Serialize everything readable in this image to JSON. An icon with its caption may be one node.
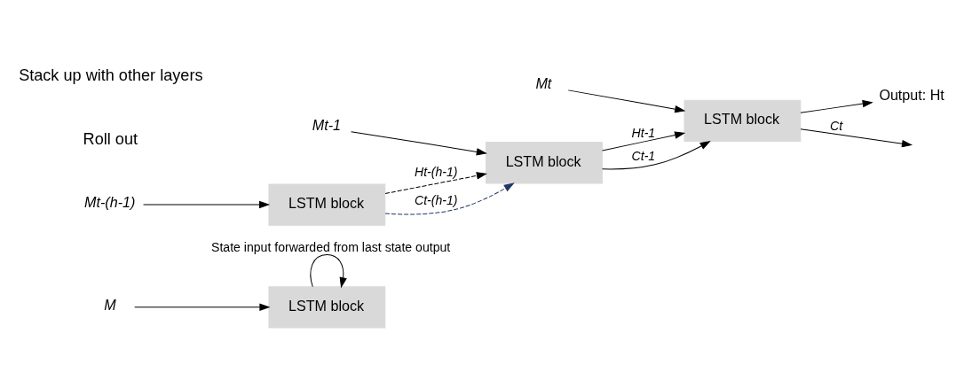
{
  "diagram": {
    "nodes": [
      {
        "text": [
          "LSTM block"
        ]
      },
      {
        "text": [
          "M"
        ]
      },
      {
        "text": [
          "LSTM block"
        ]
      },
      {
        "text": [
          "LSTM block"
        ]
      },
      {
        "text": [
          "LSTM block"
        ]
      },
      {
        "text": [
          "Mt-(h-1)"
        ]
      },
      {
        "text": [
          "Mt-1"
        ]
      },
      {
        "text": [
          "Mt"
        ]
      },
      {
        "text": [
          "Output: Ht"
        ]
      }
    ],
    "edges": [
      {
        "from": 0,
        "to": 0,
        "arrow": "to",
        "label": "State input forwarded from last state output"
      },
      {
        "from": 1,
        "to": 0,
        "arrow": "to"
      },
      {
        "from": 2,
        "to": 3,
        "arrow": "to",
        "label": "Ht-(h-1)",
        "style": "dashed"
      },
      {
        "from": 2,
        "to": 3,
        "arrow": "to",
        "label": "Ct-(h-1)",
        "style": "dashed",
        "color": "#203864"
      },
      {
        "from": 3,
        "to": 4,
        "arrow": "to",
        "label": "Ht-1"
      },
      {
        "from": 3,
        "to": 4,
        "arrow": "to",
        "label": "Ct-1"
      },
      {
        "from": 5,
        "to": 2,
        "arrow": "to"
      },
      {
        "from": 6,
        "to": 3,
        "arrow": "to"
      },
      {
        "from": 7,
        "to": 4,
        "arrow": "to"
      },
      {
        "from": 4,
        "to": 8,
        "arrow": "to"
      },
      {
        "from": 4,
        "to": null,
        "arrow": "to",
        "label": "Ct"
      }
    ],
    "labels": [
      "Roll out",
      "Stack up with other layers"
    ]
  }
}
